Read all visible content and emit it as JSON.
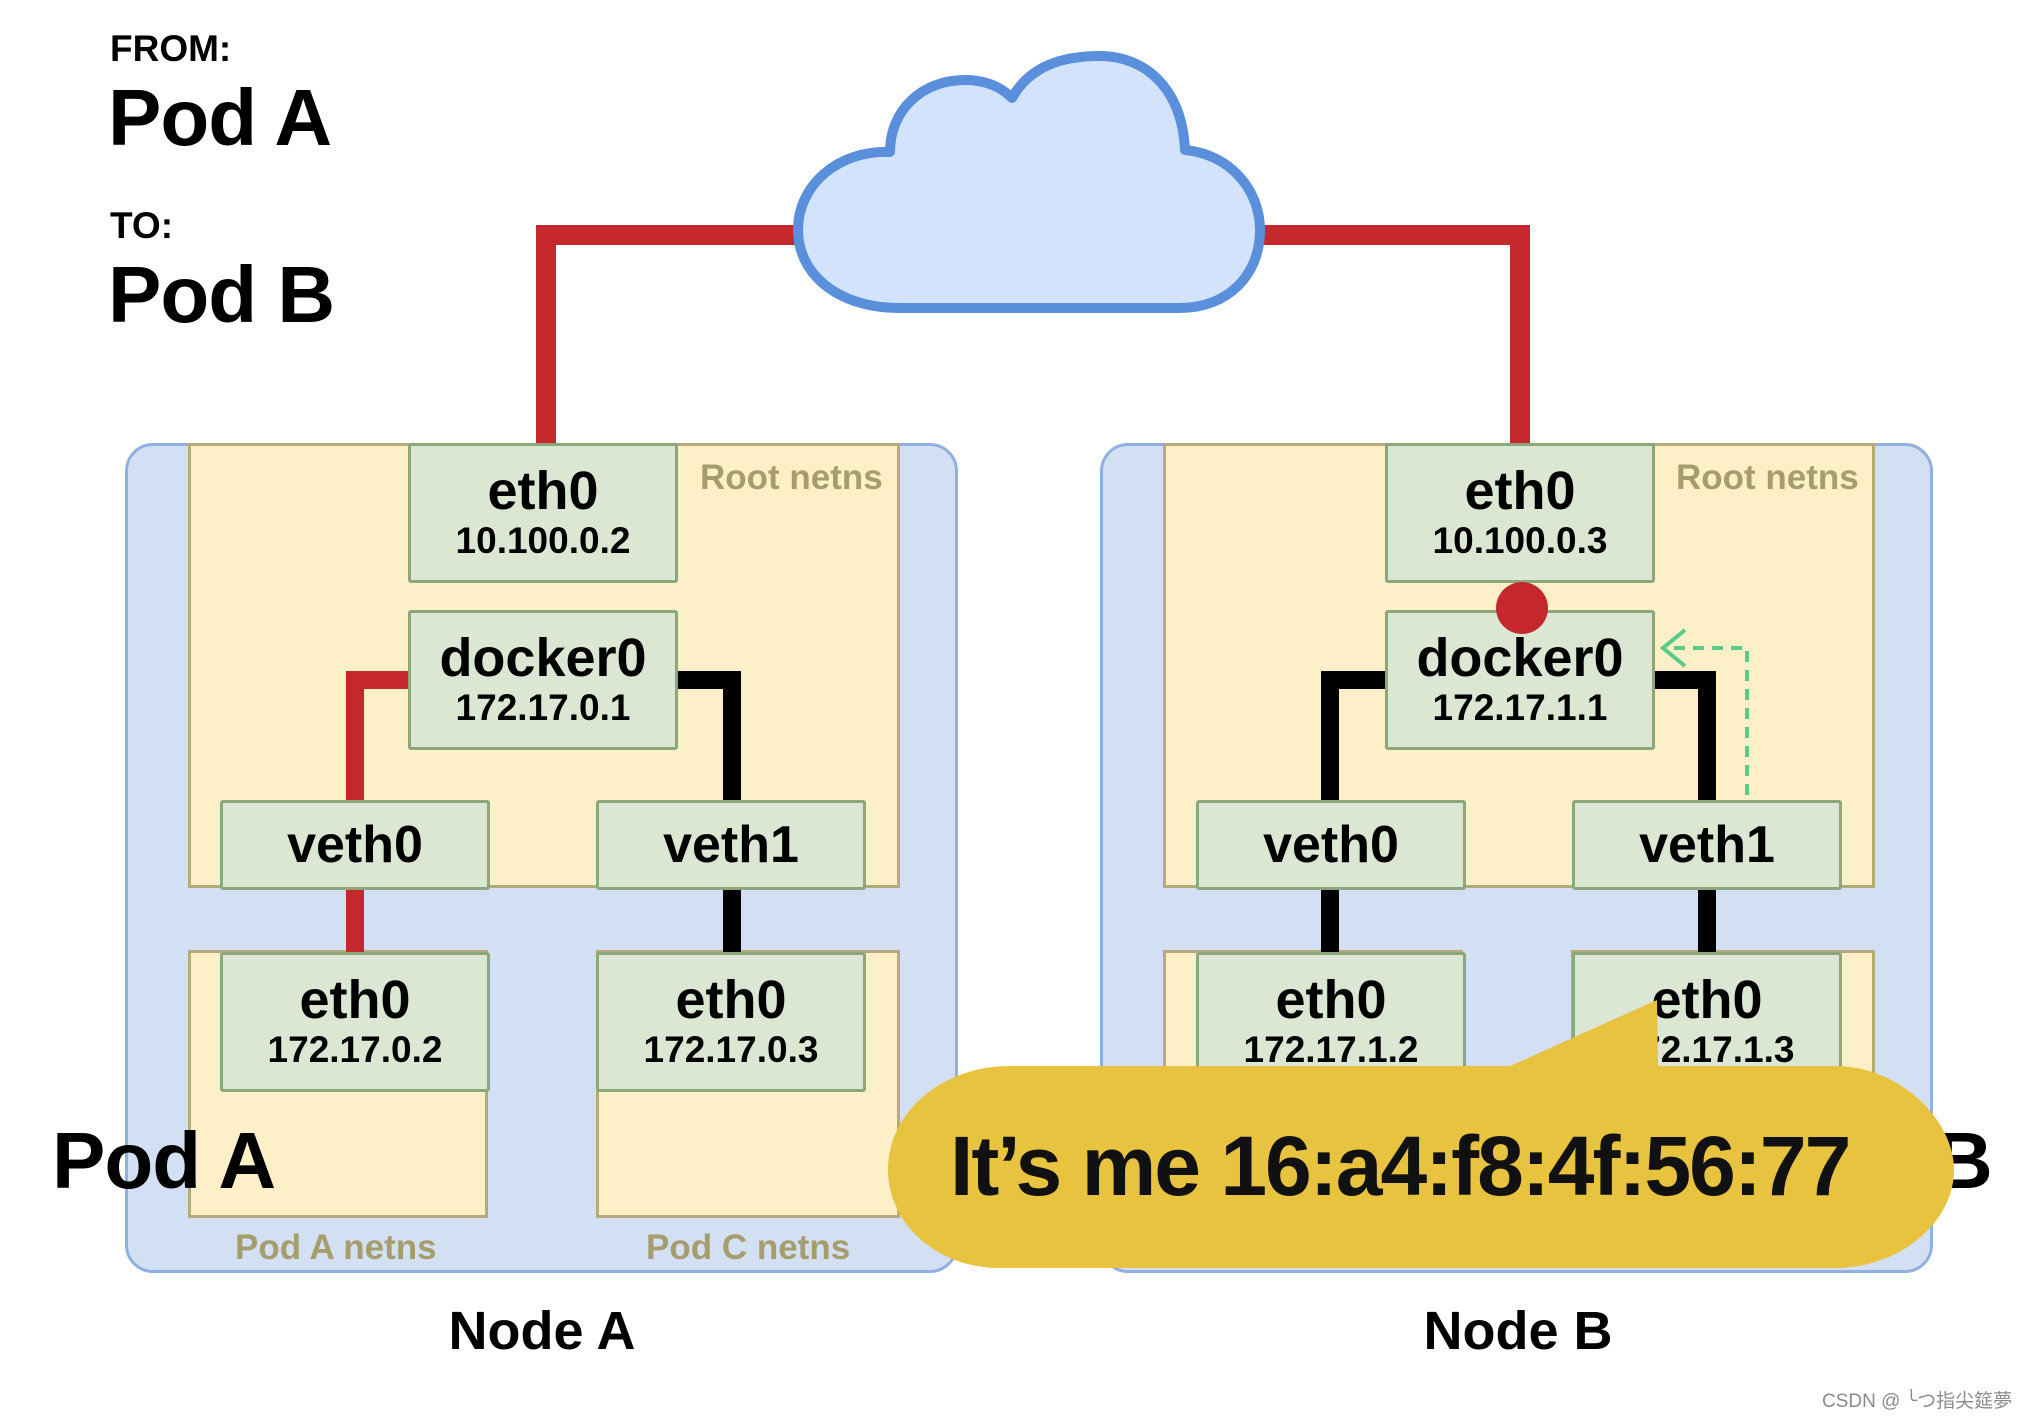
{
  "header": {
    "from_label": "FROM:",
    "from_value": "Pod A",
    "to_label": "TO:",
    "to_value": "Pod B"
  },
  "node_a": {
    "label": "Node A",
    "root_netns_label": "Root netns",
    "eth0": {
      "name": "eth0",
      "ip": "10.100.0.2"
    },
    "docker0": {
      "name": "docker0",
      "ip": "172.17.0.1"
    },
    "veth0": "veth0",
    "veth1": "veth1",
    "pod_a_eth0": {
      "name": "eth0",
      "ip": "172.17.0.2"
    },
    "pod_c_eth0": {
      "name": "eth0",
      "ip": "172.17.0.3"
    },
    "pod_a_netns_label": "Pod A netns",
    "pod_c_netns_label": "Pod C netns",
    "pod_label": "Pod A"
  },
  "node_b": {
    "label": "Node B",
    "root_netns_label": "Root netns",
    "eth0": {
      "name": "eth0",
      "ip": "10.100.0.3"
    },
    "docker0": {
      "name": "docker0",
      "ip": "172.17.1.1"
    },
    "veth0": "veth0",
    "veth1": "veth1",
    "pod_eth0_left": {
      "name": "eth0",
      "ip": "172.17.1.2"
    },
    "pod_eth0_right": {
      "name": "eth0",
      "ip": "172.17.1.3"
    },
    "pod_label_partial": "B"
  },
  "speech_bubble": {
    "text": "It’s me 16:a4:f8:4f:56:77"
  },
  "watermark": "CSDN @ ╰つ指尖筵夢",
  "icons": {
    "cloud": "cloud-icon",
    "marker": "packet-marker-icon"
  },
  "colors": {
    "node_bg": "#d3e0f3",
    "node_border": "#8fb0e0",
    "netns_bg": "#fdf0c8",
    "netns_border": "#b7aa7a",
    "iface_bg": "#dbe7d3",
    "iface_border": "#8ca87a",
    "active_link": "#c4282c",
    "idle_link": "#000000",
    "cloud_fill": "#d2e3fb",
    "cloud_stroke": "#5a8fdb",
    "bubble": "#e8c33f",
    "arp_arrow": "#5dc98a"
  }
}
